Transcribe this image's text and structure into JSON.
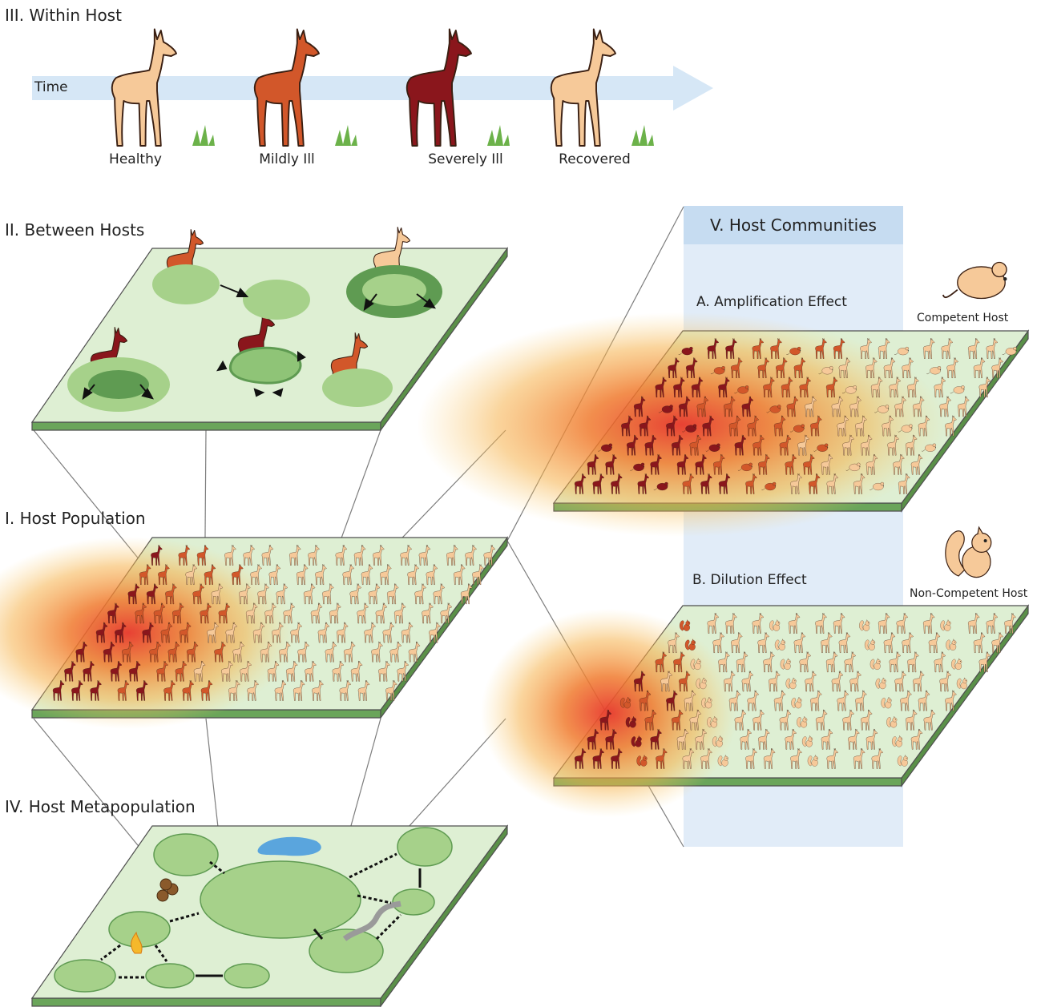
{
  "sections": {
    "within_host": "III. Within Host",
    "between_hosts": "II. Between Hosts",
    "host_population": "I. Host Population",
    "host_metapopulation": "IV. Host Metapopulation",
    "host_communities": "V. Host Communities"
  },
  "within_host": {
    "time_label": "Time",
    "stages": [
      {
        "label": "Healthy",
        "color": "#f6c999"
      },
      {
        "label": "Mildly Ill",
        "color": "#d2572a"
      },
      {
        "label": "Severely Ill",
        "color": "#8a161c"
      },
      {
        "label": "Recovered",
        "color": "#f6c999"
      }
    ]
  },
  "communities": {
    "amplification": {
      "label": "A. Amplification Effect",
      "host_label": "Competent Host",
      "host_icon": "mouse-icon"
    },
    "dilution": {
      "label": "B. Dilution Effect",
      "host_label": "Non-Competent Host",
      "host_icon": "squirrel-icon"
    }
  },
  "colors": {
    "healthy": "#f6c999",
    "mild": "#d2572a",
    "severe": "#8a161c",
    "plane_top": "#deefd3",
    "plane_side": "#6aa55a",
    "arrow": "#d6e7f6",
    "panel": "#e1ecf8",
    "panel_header": "#c6dcf1"
  }
}
